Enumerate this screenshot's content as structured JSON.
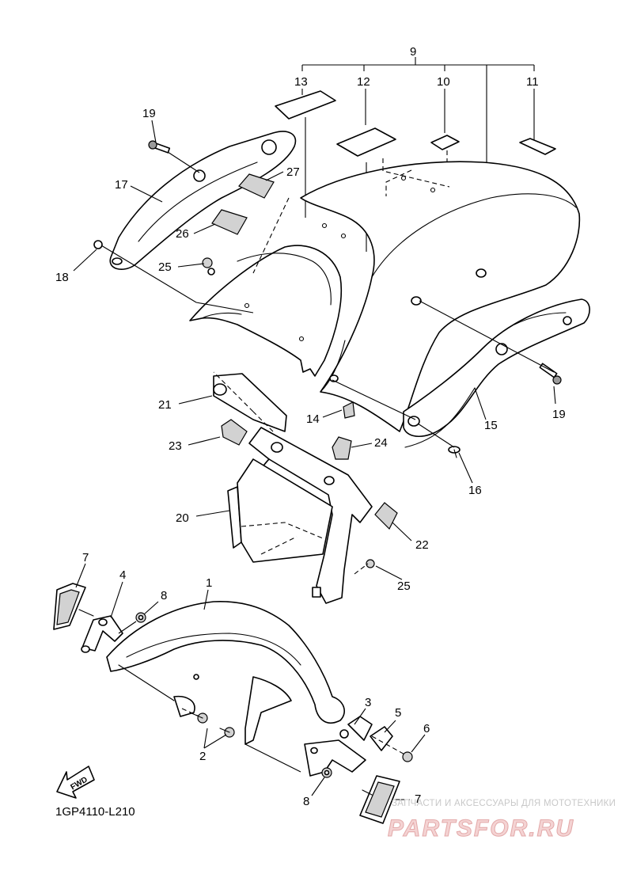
{
  "diagram": {
    "code": "1GP4110-L210",
    "fwd_label": "FWD",
    "callouts": {
      "c1": "1",
      "c2": "2",
      "c3": "3",
      "c4": "4",
      "c5": "5",
      "c6": "6",
      "c7a": "7",
      "c7b": "7",
      "c8a": "8",
      "c8b": "8",
      "c9": "9",
      "c10": "10",
      "c11": "11",
      "c12": "12",
      "c13": "13",
      "c14": "14",
      "c15": "15",
      "c16": "16",
      "c17": "17",
      "c18": "18",
      "c19a": "19",
      "c19b": "19",
      "c20": "20",
      "c21": "21",
      "c22": "22",
      "c23": "23",
      "c24": "24",
      "c25a": "25",
      "c25b": "25",
      "c26": "26",
      "c27": "27"
    }
  },
  "watermark": {
    "tagline": "ЗАПЧАСТИ И АКСЕССУАРЫ ДЛЯ МОТОТЕХНИКИ",
    "brand": "PARTSFOR.RU"
  }
}
